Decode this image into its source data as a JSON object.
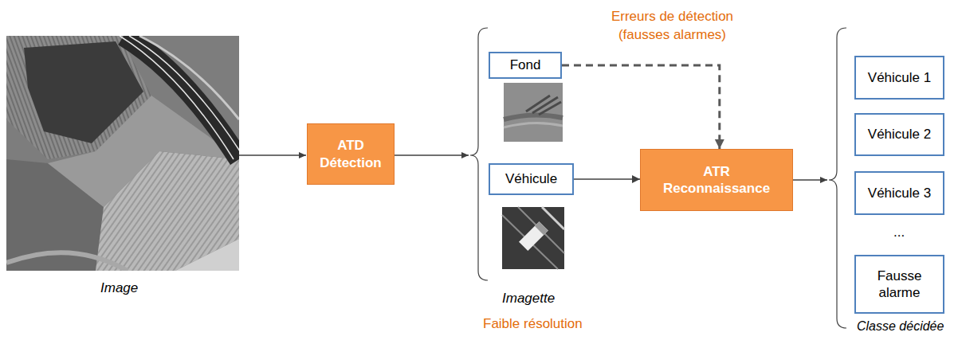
{
  "diagram": {
    "nodes": [
      {
        "text": [
          "ATD",
          "Détection"
        ]
      },
      {
        "text": [
          "Fond"
        ]
      },
      {
        "text": [
          "Véhicule"
        ]
      },
      {
        "text": [
          "ATR",
          "Reconnaissance"
        ]
      },
      {
        "text": [
          "Véhicule 1"
        ]
      },
      {
        "text": [
          "Véhicule 2"
        ]
      },
      {
        "text": [
          "Véhicule 3"
        ]
      },
      {
        "text": [
          "Fausse alarme"
        ]
      }
    ],
    "edges": [
      {
        "from": 1,
        "to": 3,
        "arrow": "to",
        "label": "Erreurs de détection (fausses alarmes)"
      },
      {
        "from": 2,
        "to": 3,
        "arrow": "to"
      }
    ],
    "labels": [
      "Image",
      "Imagette",
      "Faible résolution",
      "...",
      "Classe décidée"
    ]
  }
}
